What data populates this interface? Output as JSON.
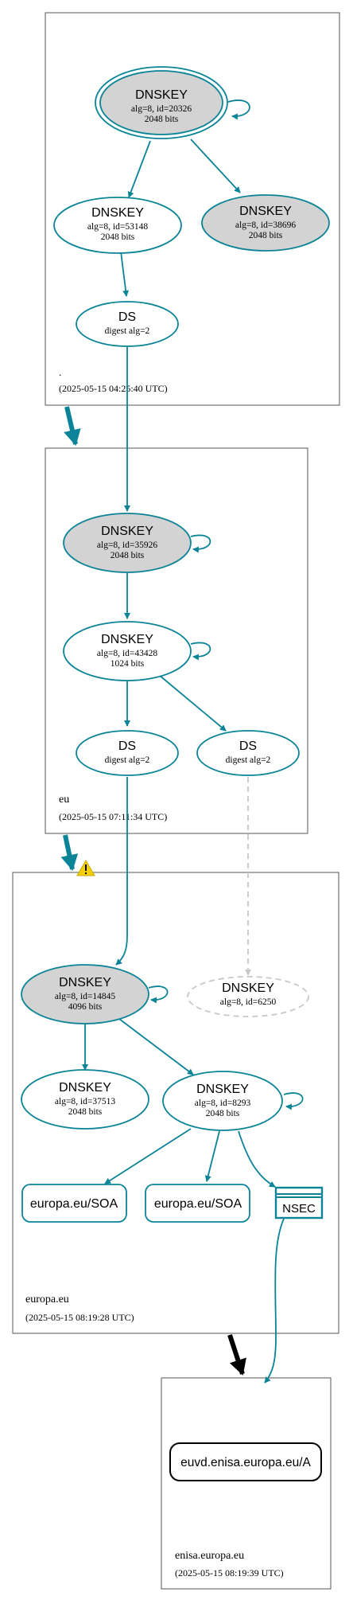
{
  "colors": {
    "teal": "#0a8496",
    "node_fill_gray": "#d3d3d3",
    "dashed_gray": "#c8c8c8",
    "zone_border": "#555555",
    "warning_yellow": "#f5d000"
  },
  "zones": [
    {
      "name": ".",
      "timestamp": "(2025-05-15 04:25:40 UTC)"
    },
    {
      "name": "eu",
      "timestamp": "(2025-05-15 07:11:34 UTC)"
    },
    {
      "name": "europa.eu",
      "timestamp": "(2025-05-15 08:19:28 UTC)"
    },
    {
      "name": "enisa.europa.eu",
      "timestamp": "(2025-05-15 08:19:39 UTC)"
    }
  ],
  "nodes": {
    "root_ksk": {
      "title": "DNSKEY",
      "line1": "alg=8, id=20326",
      "line2": "2048 bits"
    },
    "root_zsk1": {
      "title": "DNSKEY",
      "line1": "alg=8, id=53148",
      "line2": "2048 bits"
    },
    "root_zsk2": {
      "title": "DNSKEY",
      "line1": "alg=8, id=38696",
      "line2": "2048 bits"
    },
    "root_ds": {
      "title": "DS",
      "line1": "digest alg=2"
    },
    "eu_ksk": {
      "title": "DNSKEY",
      "line1": "alg=8, id=35926",
      "line2": "2048 bits"
    },
    "eu_zsk": {
      "title": "DNSKEY",
      "line1": "alg=8, id=43428",
      "line2": "1024 bits"
    },
    "eu_ds1": {
      "title": "DS",
      "line1": "digest alg=2"
    },
    "eu_ds2": {
      "title": "DS",
      "line1": "digest alg=2"
    },
    "europa_ksk": {
      "title": "DNSKEY",
      "line1": "alg=8, id=14845",
      "line2": "4096 bits"
    },
    "europa_missing": {
      "title": "DNSKEY",
      "line1": "alg=8, id=6250"
    },
    "europa_zsk1": {
      "title": "DNSKEY",
      "line1": "alg=8, id=37513",
      "line2": "2048 bits"
    },
    "europa_zsk2": {
      "title": "DNSKEY",
      "line1": "alg=8, id=8293",
      "line2": "2048 bits"
    },
    "soa1": {
      "title": "europa.eu/SOA"
    },
    "soa2": {
      "title": "europa.eu/SOA"
    },
    "nsec": {
      "title": "NSEC"
    },
    "enisa_a": {
      "title": "euvd.enisa.europa.eu/A"
    }
  }
}
